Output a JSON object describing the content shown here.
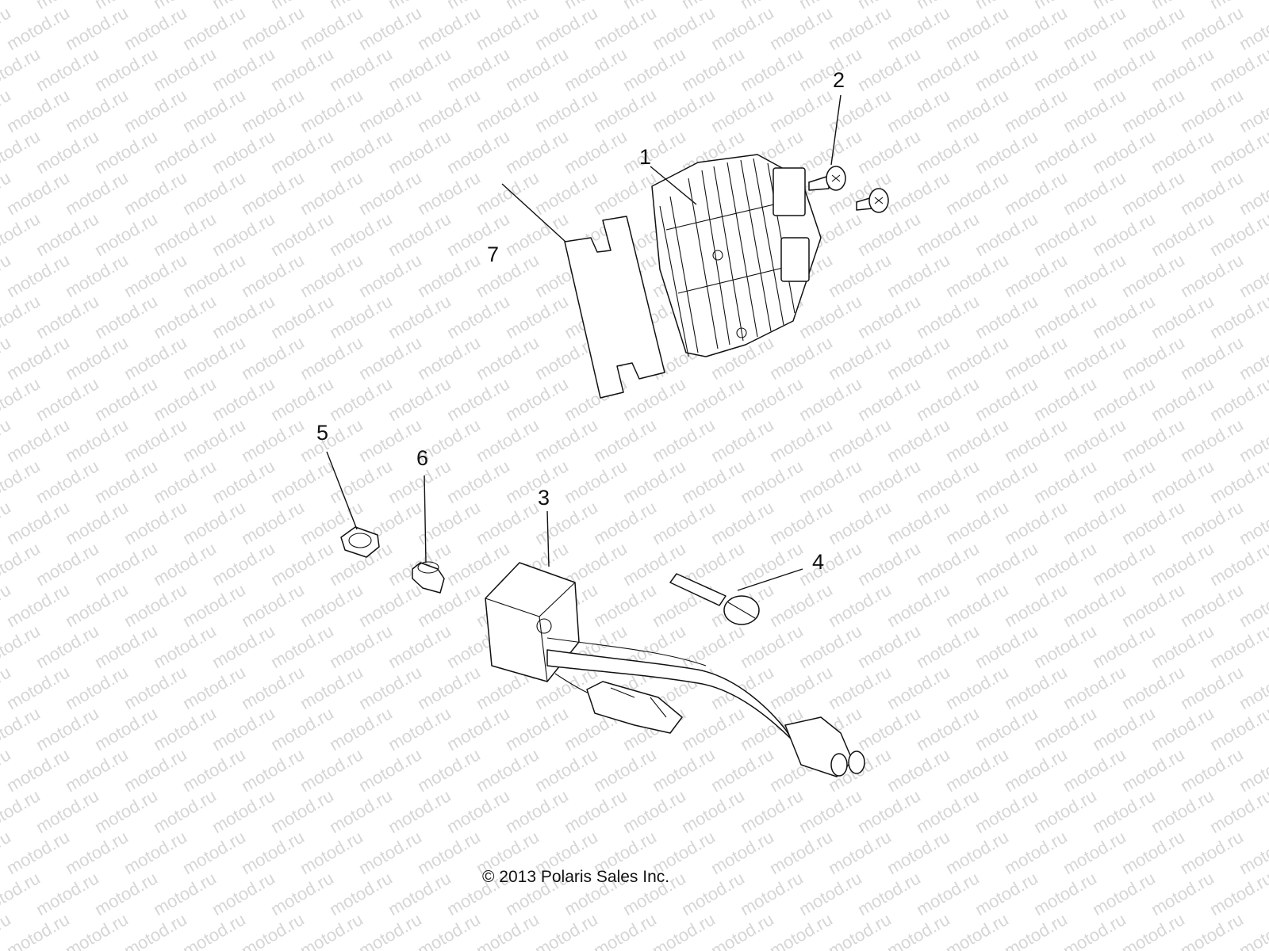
{
  "watermark": {
    "text": "motod.ru",
    "color": "#d6d6d6"
  },
  "callouts": [
    {
      "id": "1",
      "label": "1"
    },
    {
      "id": "2",
      "label": "2"
    },
    {
      "id": "3",
      "label": "3"
    },
    {
      "id": "4",
      "label": "4"
    },
    {
      "id": "5",
      "label": "5"
    },
    {
      "id": "6",
      "label": "6"
    },
    {
      "id": "7",
      "label": "7"
    }
  ],
  "copyright": "© 2013 Polaris Sales Inc."
}
